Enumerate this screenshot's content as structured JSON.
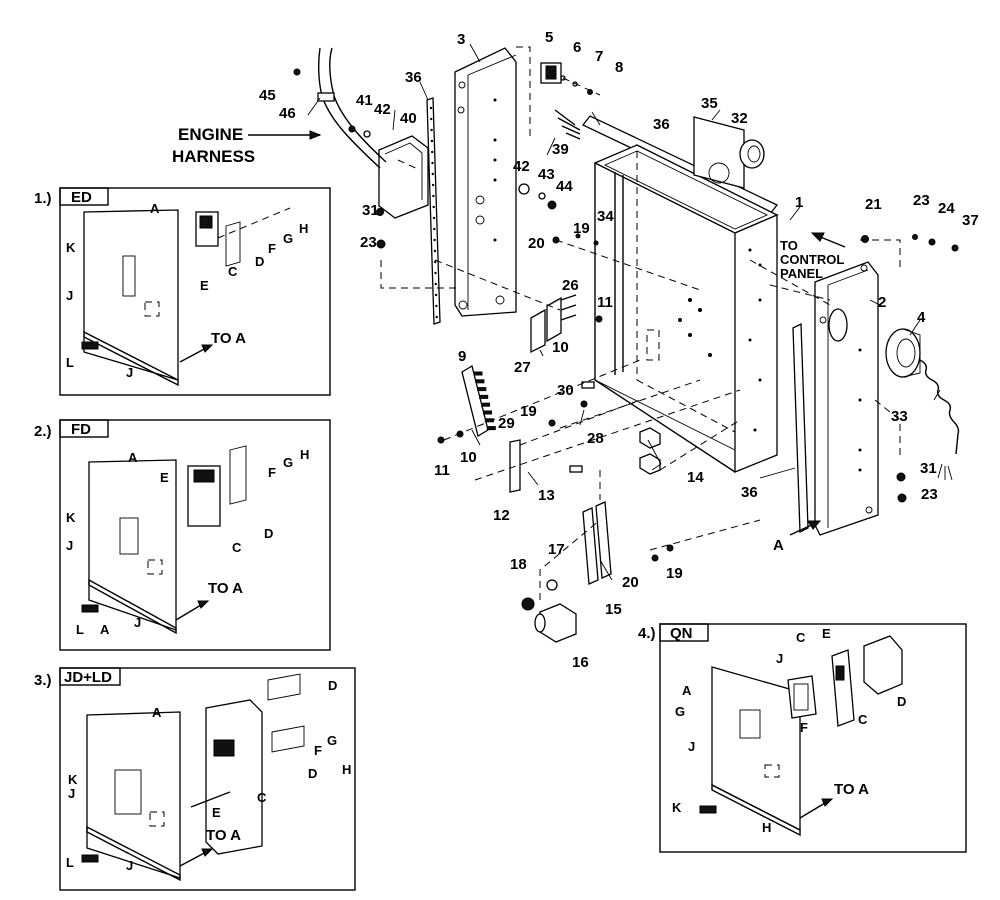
{
  "callouts": {
    "engine_harness_line1": "ENGINE",
    "engine_harness_line2": "HARNESS",
    "to_control_panel_line1": "TO",
    "to_control_panel_line2": "CONTROL",
    "to_control_panel_line3": "PANEL",
    "arrow_a": "A"
  },
  "part_numbers": {
    "p1": "1",
    "p2": "2",
    "p3": "3",
    "p4": "4",
    "p5": "5",
    "p6": "6",
    "p7": "7",
    "p8": "8",
    "p9": "9",
    "p10a": "10",
    "p10b": "10",
    "p11a": "11",
    "p11b": "11",
    "p12": "12",
    "p13": "13",
    "p14": "14",
    "p15": "15",
    "p16": "16",
    "p17": "17",
    "p18": "18",
    "p19a": "19",
    "p19b": "19",
    "p19c": "19",
    "p20a": "20",
    "p20b": "20",
    "p21": "21",
    "p23a": "23",
    "p23b": "23",
    "p23c": "23",
    "p24": "24",
    "p26": "26",
    "p27": "27",
    "p28": "28",
    "p29": "29",
    "p30": "30",
    "p31a": "31",
    "p31b": "31",
    "p32": "32",
    "p33": "33",
    "p34": "34",
    "p35": "35",
    "p36a": "36",
    "p36b": "36",
    "p36c": "36",
    "p37": "37",
    "p39": "39",
    "p40": "40",
    "p41": "41",
    "p42a": "42",
    "p42b": "42",
    "p43": "43",
    "p44": "44",
    "p45": "45",
    "p46": "46"
  },
  "insets": [
    {
      "id": "1.)",
      "tab": "ED",
      "letters": {
        "A": "A",
        "C": "C",
        "D": "D",
        "E": "E",
        "F": "F",
        "G": "G",
        "H": "H",
        "J1": "J",
        "J2": "J",
        "K": "K",
        "L": "L"
      },
      "to_a": "TO A"
    },
    {
      "id": "2.)",
      "tab": "FD",
      "letters": {
        "A1": "A",
        "A2": "A",
        "C": "C",
        "D": "D",
        "E": "E",
        "F": "F",
        "G": "G",
        "H": "H",
        "J1": "J",
        "J2": "J",
        "K": "K",
        "L": "L"
      },
      "to_a": "TO A"
    },
    {
      "id": "3.)",
      "tab": "JD+LD",
      "letters": {
        "A": "A",
        "C": "C",
        "D1": "D",
        "D2": "D",
        "E": "E",
        "F": "F",
        "G": "G",
        "H": "H",
        "J1": "J",
        "J2": "J",
        "K": "K",
        "L": "L"
      },
      "to_a": "TO A"
    },
    {
      "id": "4.)",
      "tab": "QN",
      "letters": {
        "A": "A",
        "C1": "C",
        "C2": "C",
        "D": "D",
        "E": "E",
        "F": "F",
        "G": "G",
        "H": "H",
        "J1": "J",
        "J2": "J",
        "K": "K"
      },
      "to_a": "TO A"
    }
  ]
}
